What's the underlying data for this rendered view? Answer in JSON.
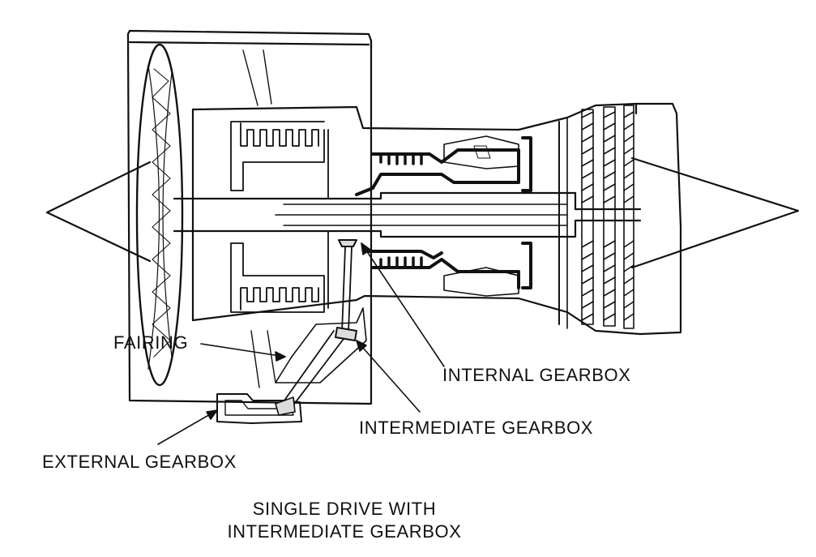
{
  "labels": {
    "fairing": "FAIRING",
    "internal_gearbox": "INTERNAL GEARBOX",
    "intermediate_gearbox": "INTERMEDIATE GEARBOX",
    "external_gearbox": "EXTERNAL GEARBOX"
  },
  "caption": {
    "line1": "SINGLE DRIVE WITH",
    "line2": "INTERMEDIATE GEARBOX"
  }
}
